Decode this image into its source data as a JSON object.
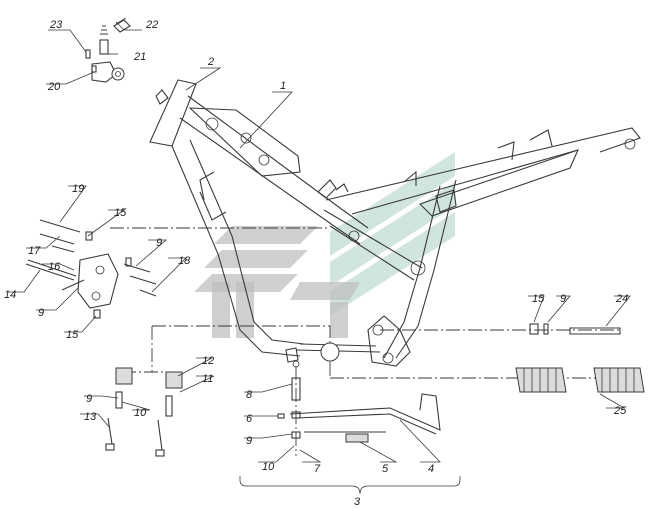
{
  "diagram": {
    "callouts": [
      {
        "id": "c1",
        "label": "1",
        "part": "frame"
      },
      {
        "id": "c2",
        "label": "2",
        "part": "steering-head"
      },
      {
        "id": "c3",
        "label": "3",
        "part": "side-stand-assembly"
      },
      {
        "id": "c4",
        "label": "4",
        "part": "side-stand"
      },
      {
        "id": "c5",
        "label": "5",
        "part": "stand-spring"
      },
      {
        "id": "c6",
        "label": "6",
        "part": "small-pin"
      },
      {
        "id": "c7",
        "label": "7",
        "part": "nut"
      },
      {
        "id": "c8",
        "label": "8",
        "part": "pivot-bolt"
      },
      {
        "id": "c9a",
        "label": "9",
        "part": "washer"
      },
      {
        "id": "c9b",
        "label": "9",
        "part": "washer"
      },
      {
        "id": "c9c",
        "label": "9",
        "part": "washer"
      },
      {
        "id": "c9d",
        "label": "9",
        "part": "washer"
      },
      {
        "id": "c9e",
        "label": "9",
        "part": "washer"
      },
      {
        "id": "c10a",
        "label": "10",
        "part": "washer"
      },
      {
        "id": "c10b",
        "label": "10",
        "part": "washer"
      },
      {
        "id": "c11",
        "label": "11",
        "part": "bolt"
      },
      {
        "id": "c12",
        "label": "12",
        "part": "rubber-damper"
      },
      {
        "id": "c13",
        "label": "13",
        "part": "bolt"
      },
      {
        "id": "c14",
        "label": "14",
        "part": "long-bolt"
      },
      {
        "id": "c15a",
        "label": "15",
        "part": "nut"
      },
      {
        "id": "c15b",
        "label": "15",
        "part": "nut"
      },
      {
        "id": "c15c",
        "label": "15",
        "part": "nut"
      },
      {
        "id": "c16",
        "label": "16",
        "part": "bracket"
      },
      {
        "id": "c17",
        "label": "17",
        "part": "bolt"
      },
      {
        "id": "c18",
        "label": "18",
        "part": "bolt"
      },
      {
        "id": "c19",
        "label": "19",
        "part": "bolt"
      },
      {
        "id": "c20",
        "label": "20",
        "part": "lock-bracket"
      },
      {
        "id": "c21",
        "label": "21",
        "part": "lock-pin"
      },
      {
        "id": "c22",
        "label": "22",
        "part": "spring"
      },
      {
        "id": "c23",
        "label": "23",
        "part": "pin"
      },
      {
        "id": "c24",
        "label": "24",
        "part": "footrest-bolt"
      },
      {
        "id": "c25",
        "label": "25",
        "part": "footrest-rubbers"
      }
    ]
  }
}
